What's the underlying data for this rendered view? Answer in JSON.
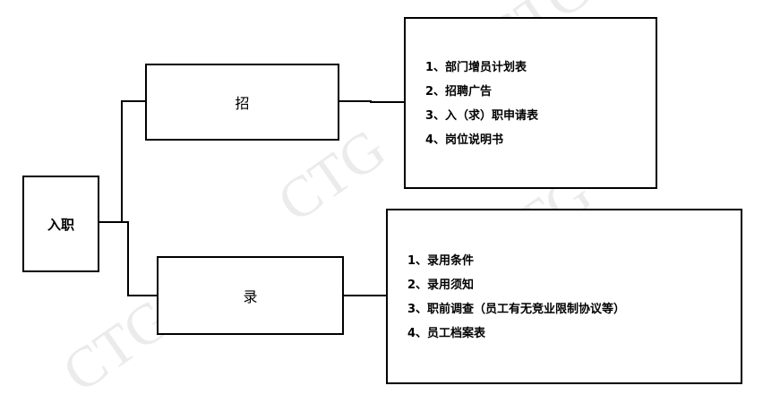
{
  "root": {
    "label": "入职"
  },
  "branches": [
    {
      "label": "招",
      "items": [
        "1、部门增员计划表",
        "2、招聘广告",
        "3、入（求）职申请表",
        "4、岗位说明书"
      ]
    },
    {
      "label": "录",
      "items": [
        "1、录用条件",
        "2、录用须知",
        "3、职前调查（员工有无竞业限制协议等）",
        "4、员工档案表"
      ]
    }
  ],
  "watermark": {
    "text": "CTG",
    "color": "#c8c8c8"
  }
}
